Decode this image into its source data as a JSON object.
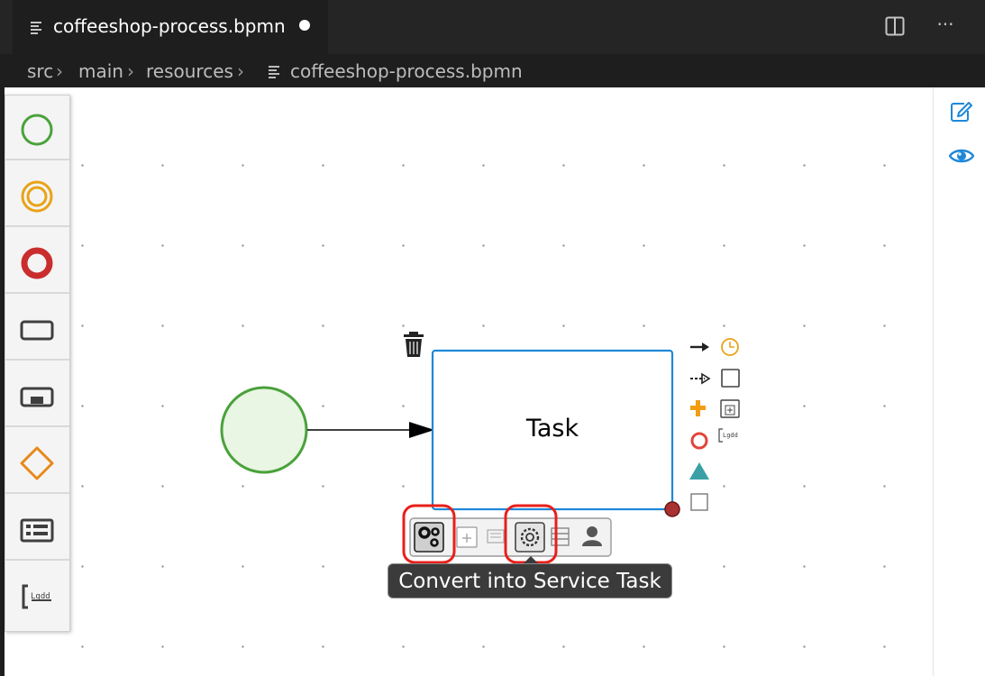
{
  "editor": {
    "tab_title": "coffeeshop-process.bpmn",
    "tab_modified": true
  },
  "breadcrumb": {
    "items": [
      "src",
      "main",
      "resources",
      "coffeeshop-process.bpmn"
    ]
  },
  "palette": {
    "items": [
      {
        "name": "start-event",
        "icon": "start-event-icon",
        "color": "#4aa23b"
      },
      {
        "name": "intermediate-event",
        "icon": "intermediate-event-icon",
        "color": "#e8a317"
      },
      {
        "name": "end-event",
        "icon": "end-event-icon",
        "color": "#c92d2d"
      },
      {
        "name": "task",
        "icon": "task-icon",
        "color": "#3f3f3f"
      },
      {
        "name": "subprocess",
        "icon": "subprocess-icon",
        "color": "#3f3f3f"
      },
      {
        "name": "gateway",
        "icon": "gateway-icon",
        "color": "#e8891a"
      },
      {
        "name": "data-object",
        "icon": "data-icon",
        "color": "#3f3f3f"
      },
      {
        "name": "text-annotation",
        "icon": "annotation-icon",
        "color": "#3f3f3f"
      }
    ]
  },
  "diagram": {
    "task_label": "Task",
    "start_event_fill": "#e8f6e3",
    "start_event_stroke": "#4aa23b",
    "selection_color": "#1e88d8"
  },
  "toolbox": {
    "items": [
      "service-task-icon",
      "subprocess-icon",
      "script-task-icon",
      "settings-icon",
      "business-rule-icon",
      "user-task-icon"
    ]
  },
  "tooltip": {
    "text": "Convert into Service Task"
  },
  "right_panel": {
    "items": [
      "edit-icon",
      "preview-icon"
    ],
    "accent": "#1e88d8"
  }
}
